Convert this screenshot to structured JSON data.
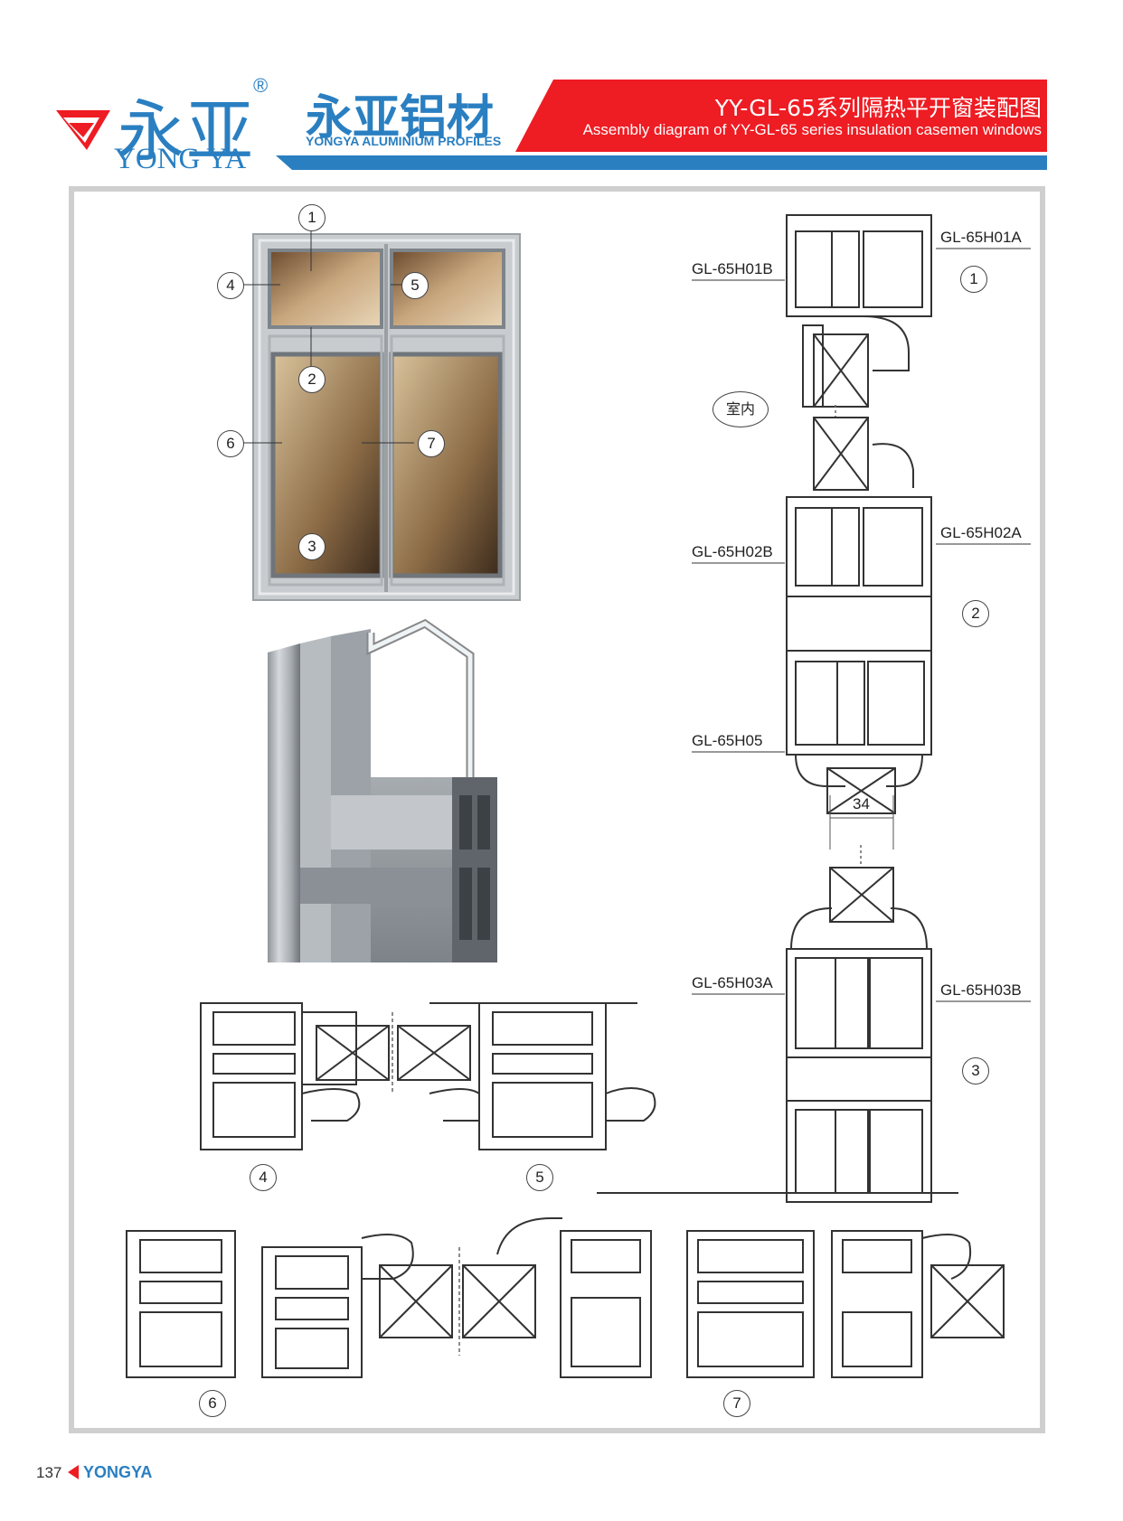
{
  "header": {
    "brand_cn": "永亚",
    "brand_en": "YONG YA",
    "registered": "®",
    "company_cn": "永亚铝材",
    "company_en": "YONGYA ALUMINIUM PROFILES",
    "title_cn": "YY-GL-65系列隔热平开窗装配图",
    "title_en": "Assembly diagram of YY-GL-65 series insulation casemen windows"
  },
  "colors": {
    "brand_blue": "#2a7fc1",
    "brand_red": "#ee1c23",
    "frame_gray": "#cfcfcf"
  },
  "window_callouts": [
    "1",
    "2",
    "3",
    "4",
    "5",
    "6",
    "7"
  ],
  "profiles": {
    "h01a": "GL-65H01A",
    "h01b": "GL-65H01B",
    "h02a": "GL-65H02A",
    "h02b": "GL-65H02B",
    "h05": "GL-65H05",
    "h03a": "GL-65H03A",
    "h03b": "GL-65H03B"
  },
  "section_markers": {
    "s1": "1",
    "s2": "2",
    "s3": "3",
    "s4": "4",
    "s5": "5",
    "s6": "6",
    "s7": "7"
  },
  "indoor_label": "室内",
  "dimension_34": "34",
  "footer": {
    "page": "137",
    "brand": "YONGYA"
  }
}
